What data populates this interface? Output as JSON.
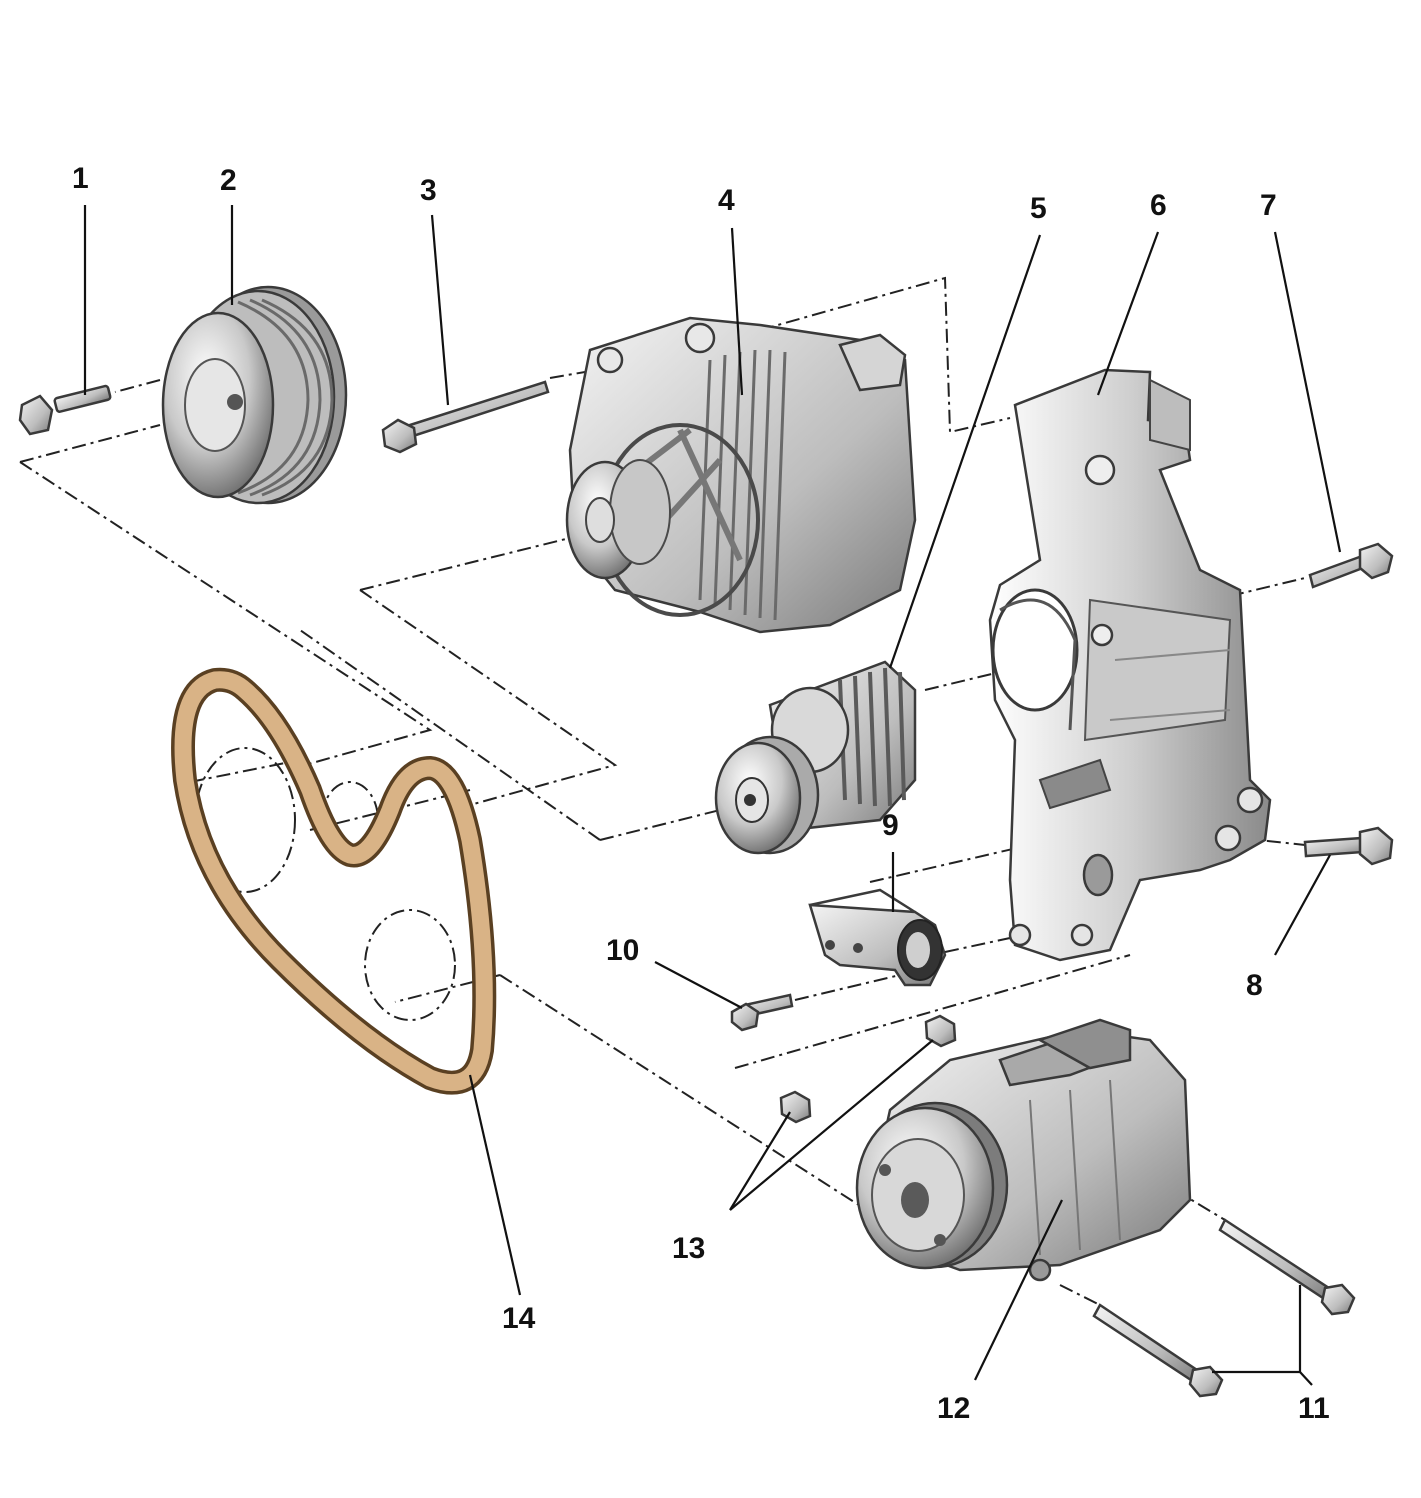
{
  "diagram": {
    "colors": {
      "metal_light": "#f2f2f2",
      "metal_mid": "#b8b8b8",
      "metal_dark": "#5a5a5a",
      "belt": "#d9b386",
      "belt_edge": "#5a4022",
      "line": "#111111"
    },
    "callouts": [
      {
        "id": "c1",
        "text": "1"
      },
      {
        "id": "c2",
        "text": "2"
      },
      {
        "id": "c3",
        "text": "3"
      },
      {
        "id": "c4",
        "text": "4"
      },
      {
        "id": "c5",
        "text": "5"
      },
      {
        "id": "c6",
        "text": "6"
      },
      {
        "id": "c7",
        "text": "7"
      },
      {
        "id": "c8",
        "text": "8"
      },
      {
        "id": "c9",
        "text": "9"
      },
      {
        "id": "c10",
        "text": "10"
      },
      {
        "id": "c11",
        "text": "11"
      },
      {
        "id": "c12",
        "text": "12"
      },
      {
        "id": "c13",
        "text": "13"
      },
      {
        "id": "c14",
        "text": "14"
      }
    ]
  }
}
